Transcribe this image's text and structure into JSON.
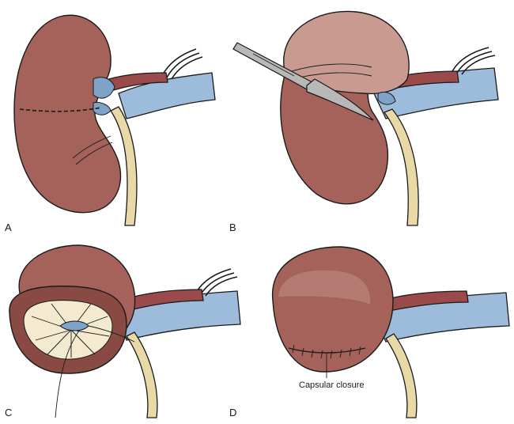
{
  "panels": [
    {
      "label": "A"
    },
    {
      "label": "B"
    },
    {
      "label": "C"
    },
    {
      "label": "D",
      "callout": "Capsular closure"
    }
  ],
  "colors": {
    "kidney": "#a4625a",
    "kidney_dark": "#8a4a44",
    "kidney_light": "#c99b90",
    "vein": "#9dbcdc",
    "vein_dark": "#7ea2c8",
    "artery": "#9a4a4a",
    "ureter": "#e8d9a6",
    "medulla": "#f3ead0",
    "blade": "#b8b8b8",
    "outline": "#1a1a1a"
  }
}
